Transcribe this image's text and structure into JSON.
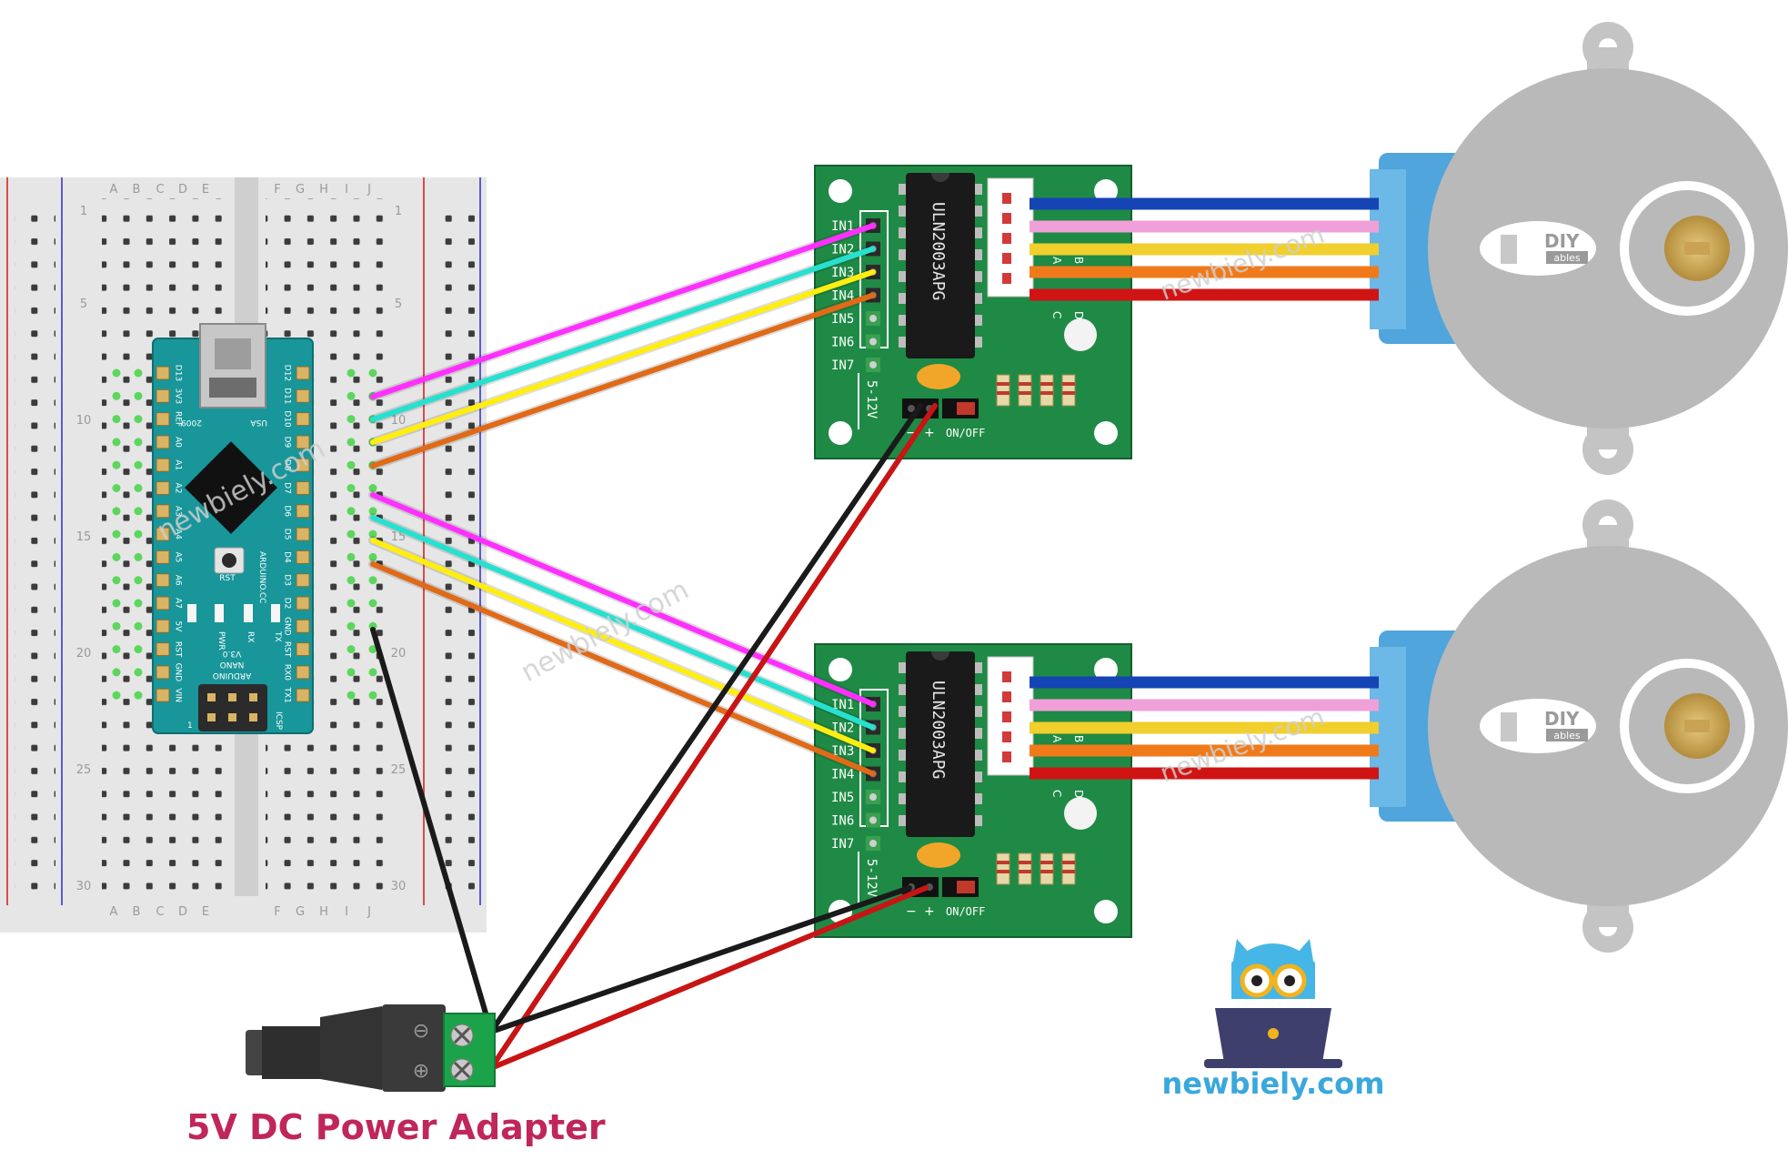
{
  "breadboard": {
    "col_letters": [
      "A",
      "B",
      "C",
      "D",
      "E",
      "F",
      "G",
      "H",
      "I",
      "J"
    ],
    "row_numbers": [
      "1",
      "5",
      "10",
      "15",
      "20",
      "25",
      "30"
    ]
  },
  "arduino": {
    "left_pins": [
      "D13",
      "3V3",
      "REF",
      "A0",
      "A1",
      "A2",
      "A3",
      "A4",
      "A5",
      "A6",
      "A7",
      "5V",
      "RST",
      "GND",
      "VIN"
    ],
    "right_pins": [
      "D12",
      "D11",
      "D10",
      "D9",
      "D8",
      "D7",
      "D6",
      "D5",
      "D4",
      "D3",
      "D2",
      "GND",
      "RST",
      "RX0",
      "TX1"
    ],
    "marks": {
      "year": "2009",
      "usa": "USA",
      "site": "ARDUINO.CC",
      "version": "V3.0",
      "name1": "NANO",
      "name2": "ARDUINO",
      "rst": "RST",
      "pwr": "PWR",
      "rx": "RX",
      "tx": "TX",
      "icsp": "ICSP",
      "pin1": "1"
    }
  },
  "drivers": [
    {
      "chip": "ULN2003APG",
      "inputs": [
        "IN1",
        "IN2",
        "IN3",
        "IN4",
        "IN5",
        "IN6",
        "IN7"
      ],
      "voltage": "5-12V",
      "minus": "−",
      "plus": "+",
      "switch": "ON/OFF",
      "leds": [
        "A",
        "B",
        "C",
        "D"
      ]
    },
    {
      "chip": "ULN2003APG",
      "inputs": [
        "IN1",
        "IN2",
        "IN3",
        "IN4",
        "IN5",
        "IN6",
        "IN7"
      ],
      "voltage": "5-12V",
      "minus": "−",
      "plus": "+",
      "switch": "ON/OFF",
      "leds": [
        "A",
        "B",
        "C",
        "D"
      ]
    }
  ],
  "motors": [
    {
      "brand": "DIY",
      "brand_sub": "ables"
    },
    {
      "brand": "DIY",
      "brand_sub": "ables"
    }
  ],
  "motor_wire_colors": [
    "#1544b5",
    "#f0a0d8",
    "#f1cf2c",
    "#f07a1a",
    "#d01414"
  ],
  "signal_wire_colors": [
    "#ff30ff",
    "#27e0d0",
    "#ffee10",
    "#e06a18"
  ],
  "power_wire_colors": {
    "positive": "#c81414",
    "negative": "#1a1a1a"
  },
  "power_jack": {
    "minus": "⊖",
    "plus": "⊕"
  },
  "caption": "5V DC Power Adapter",
  "logo_text": "newbiely.com",
  "watermark": "newbiely.com"
}
